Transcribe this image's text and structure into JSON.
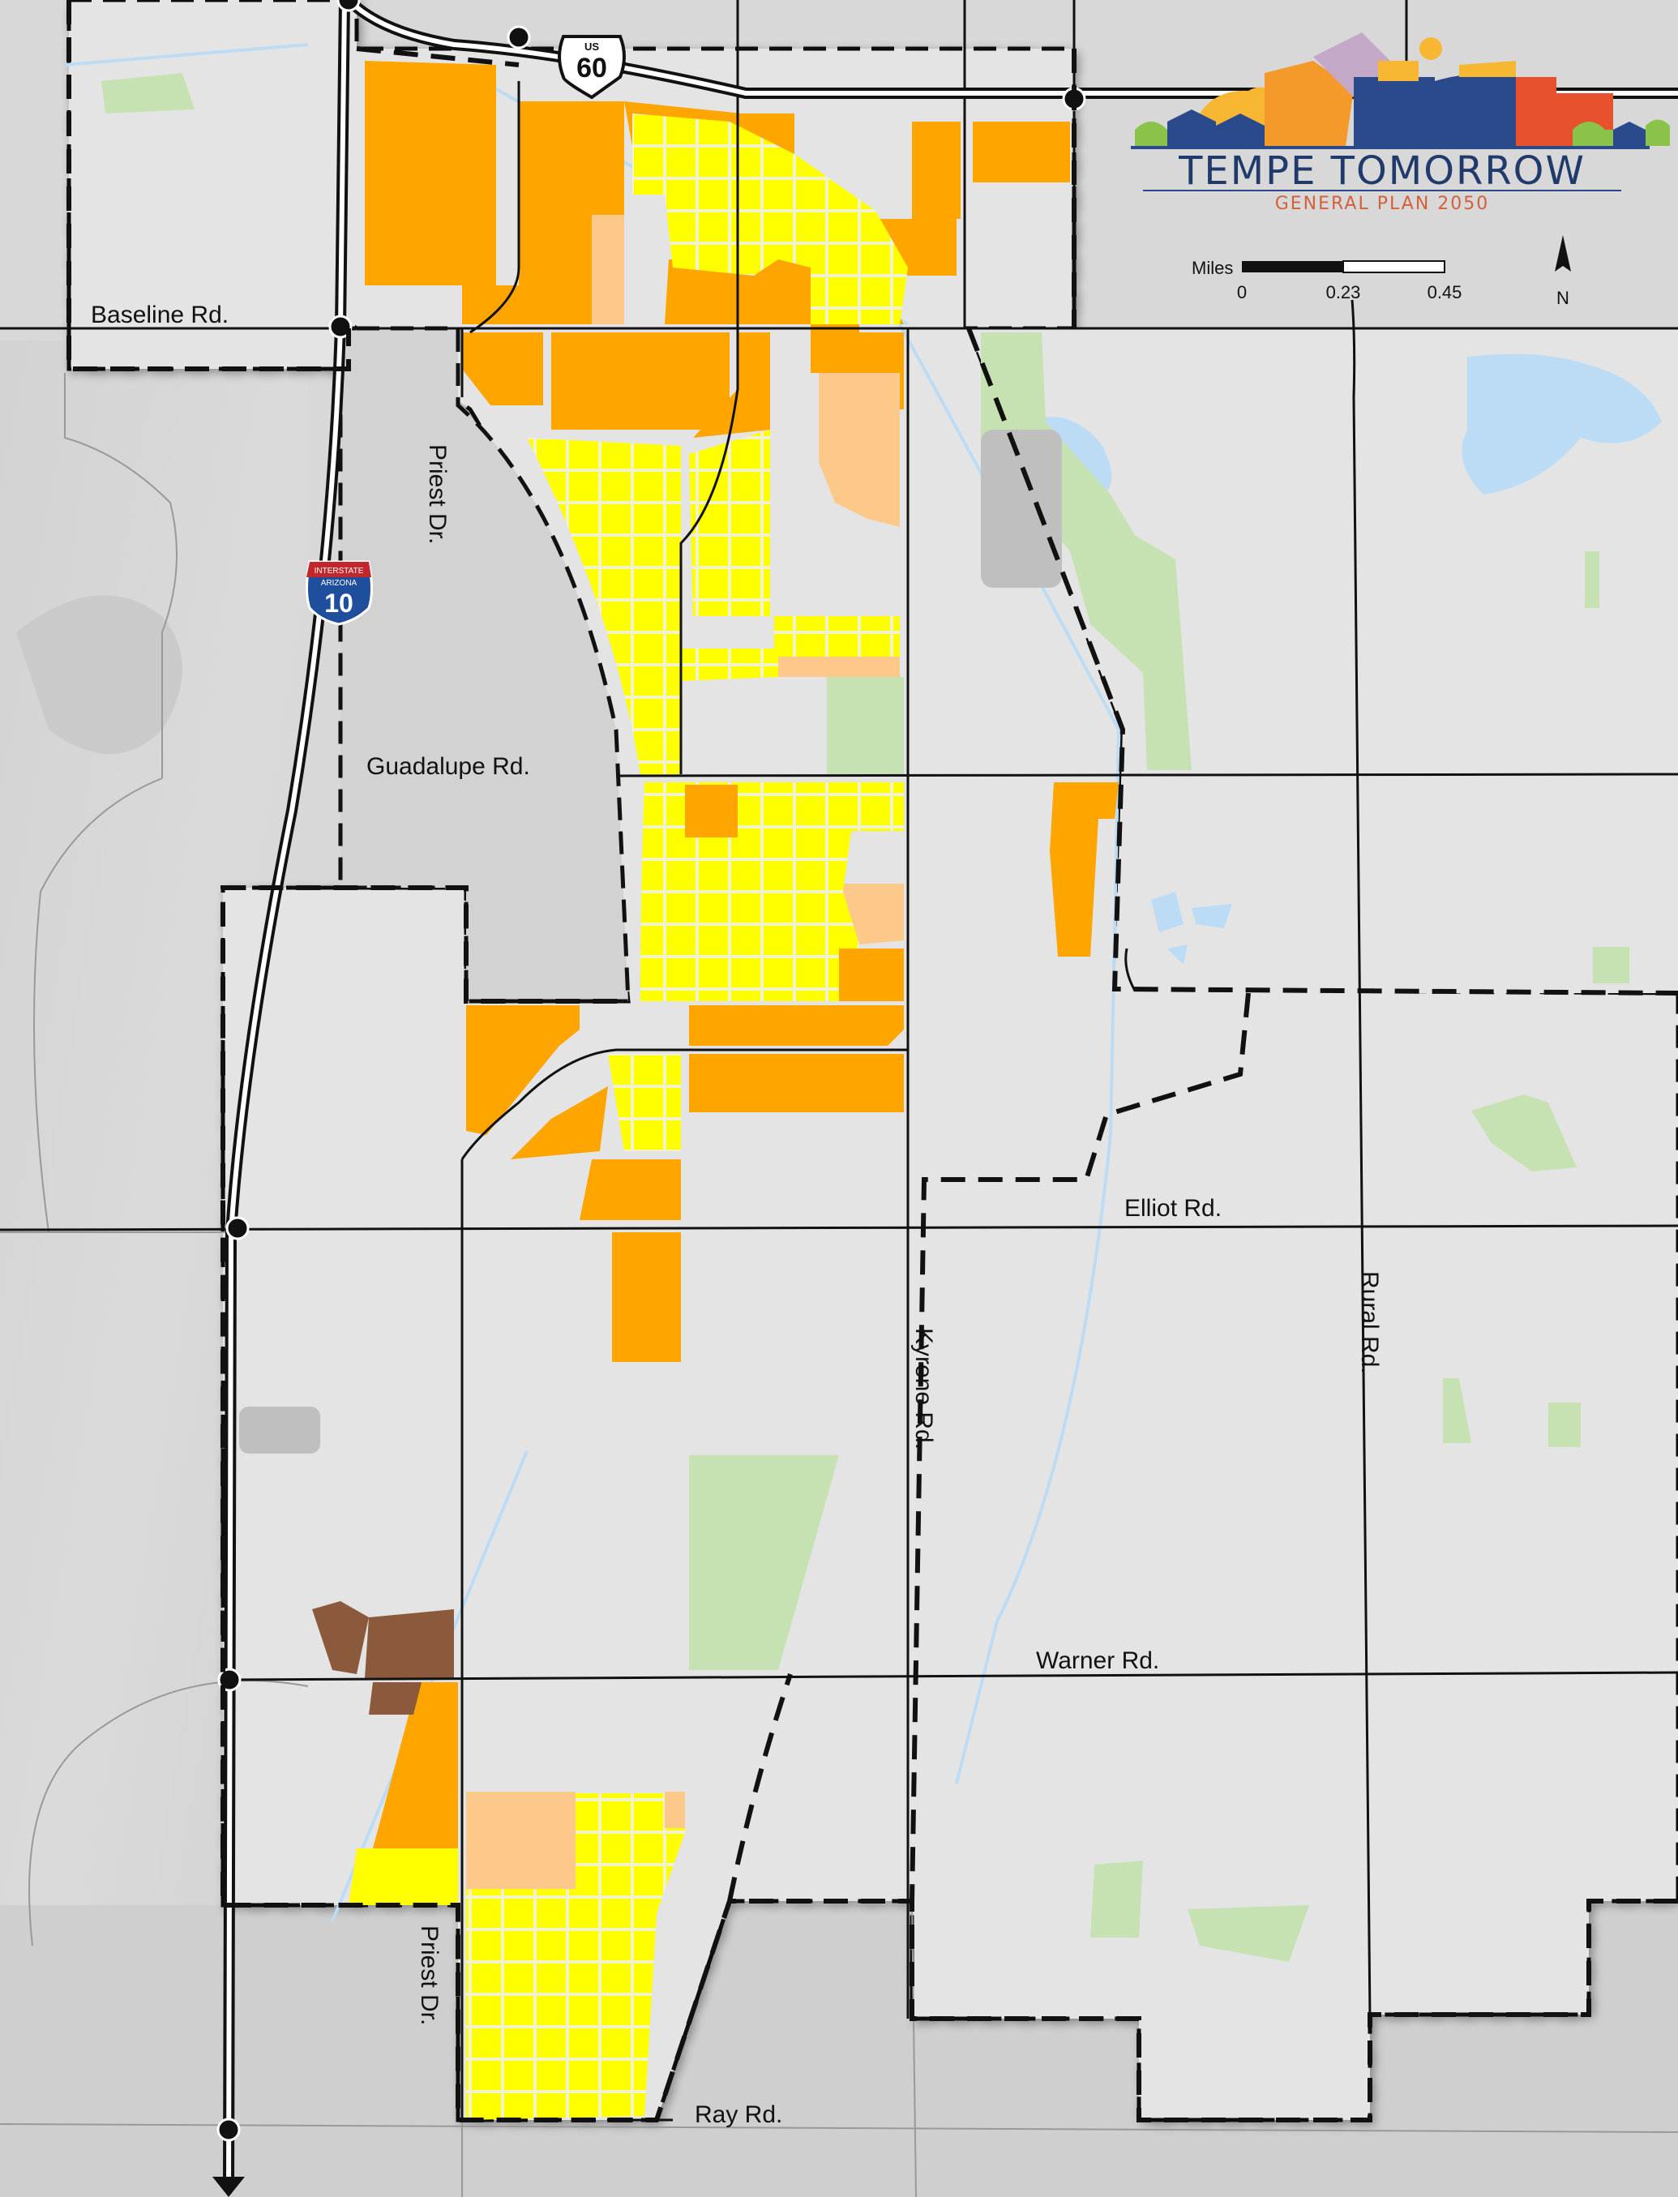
{
  "map": {
    "road_labels": {
      "baseline": "Baseline Rd.",
      "guadalupe": "Guadalupe Rd.",
      "elliot": "Elliot Rd.",
      "warner": "Warner Rd.",
      "ray": "Ray Rd.",
      "priest_north": "Priest Dr.",
      "priest_south": "Priest Dr.",
      "kyrene": "Kyrene Rd.",
      "rural": "Rural Rd."
    },
    "shields": {
      "us_route_top": "US",
      "us_route_number": "60",
      "interstate_top": "INTERSTATE",
      "interstate_state": "ARIZONA",
      "interstate_number": "10"
    },
    "scale_bar": {
      "unit": "Miles",
      "ticks": [
        "0",
        "0.23",
        "0.45"
      ]
    },
    "north_arrow": "N",
    "colors": {
      "background": "#e2e2e2",
      "outside_city": "#d3d3d3",
      "orange": "#ffa500",
      "light_orange": "#fdc98a",
      "yellow": "#ffff00",
      "park": "#c6e2b3",
      "water": "#bcdcf5",
      "brown": "#8b5a3c",
      "road": "#111111"
    }
  },
  "logo": {
    "title": "TEMPE TOMORROW",
    "subtitle": "GENERAL PLAN 2050"
  }
}
